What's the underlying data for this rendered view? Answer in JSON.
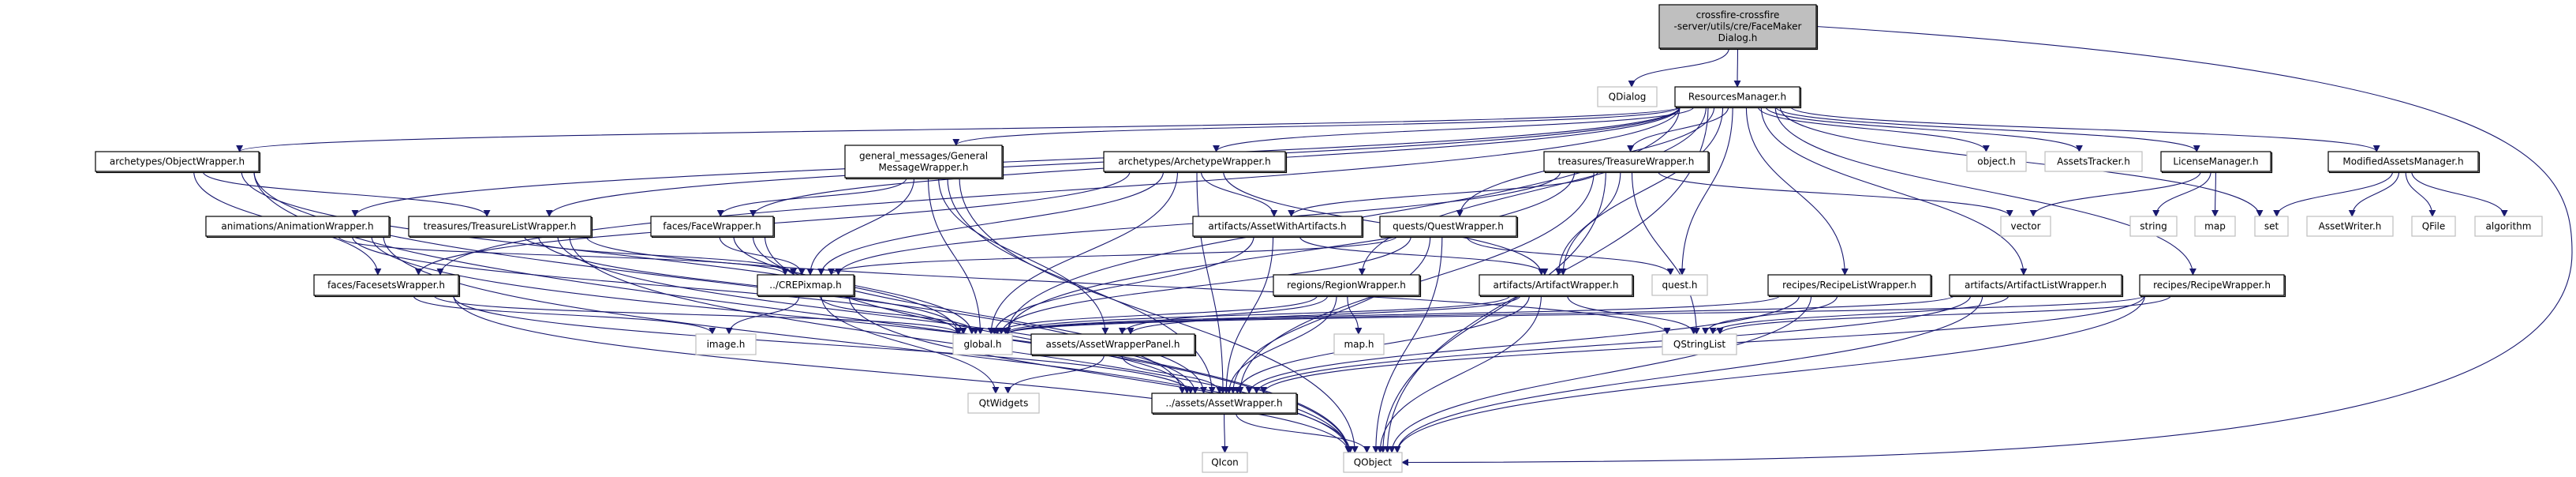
{
  "colors": {
    "edge": "#191970",
    "root_fill": "#bfbfbf",
    "documented_border": "#000000",
    "external_border": "#bfbfbf"
  },
  "nodes": [
    {
      "id": "root",
      "lines": [
        "crossfire-crossfire",
        "-server/utils/cre/FaceMaker",
        "Dialog.h"
      ],
      "kind": "root"
    },
    {
      "id": "qdialog",
      "lines": [
        "QDialog"
      ],
      "kind": "ext"
    },
    {
      "id": "rm",
      "lines": [
        "ResourcesManager.h"
      ],
      "kind": "doc"
    },
    {
      "id": "objw",
      "lines": [
        "archetypes/ObjectWrapper.h"
      ],
      "kind": "doc"
    },
    {
      "id": "gmw",
      "lines": [
        "general_messages/General",
        "MessageWrapper.h"
      ],
      "kind": "doc"
    },
    {
      "id": "archw",
      "lines": [
        "archetypes/ArchetypeWrapper.h"
      ],
      "kind": "doc"
    },
    {
      "id": "treasw",
      "lines": [
        "treasures/TreasureWrapper.h"
      ],
      "kind": "doc"
    },
    {
      "id": "objecth",
      "lines": [
        "object.h"
      ],
      "kind": "ext"
    },
    {
      "id": "atrack",
      "lines": [
        "AssetsTracker.h"
      ],
      "kind": "ext"
    },
    {
      "id": "licm",
      "lines": [
        "LicenseManager.h"
      ],
      "kind": "doc"
    },
    {
      "id": "modam",
      "lines": [
        "ModifiedAssetsManager.h"
      ],
      "kind": "doc"
    },
    {
      "id": "animw",
      "lines": [
        "animations/AnimationWrapper.h"
      ],
      "kind": "doc"
    },
    {
      "id": "tlistw",
      "lines": [
        "treasures/TreasureListWrapper.h"
      ],
      "kind": "doc"
    },
    {
      "id": "facew",
      "lines": [
        "faces/FaceWrapper.h"
      ],
      "kind": "doc"
    },
    {
      "id": "awa",
      "lines": [
        "artifacts/AssetWithArtifacts.h"
      ],
      "kind": "doc"
    },
    {
      "id": "questw",
      "lines": [
        "quests/QuestWrapper.h"
      ],
      "kind": "doc"
    },
    {
      "id": "vector",
      "lines": [
        "vector"
      ],
      "kind": "ext"
    },
    {
      "id": "string",
      "lines": [
        "string"
      ],
      "kind": "ext"
    },
    {
      "id": "map",
      "lines": [
        "map"
      ],
      "kind": "ext"
    },
    {
      "id": "set",
      "lines": [
        "set"
      ],
      "kind": "ext"
    },
    {
      "id": "awriter",
      "lines": [
        "AssetWriter.h"
      ],
      "kind": "ext"
    },
    {
      "id": "qfile",
      "lines": [
        "QFile"
      ],
      "kind": "ext"
    },
    {
      "id": "algorithm",
      "lines": [
        "algorithm"
      ],
      "kind": "ext"
    },
    {
      "id": "facesetsw",
      "lines": [
        "faces/FacesetsWrapper.h"
      ],
      "kind": "doc"
    },
    {
      "id": "crepix",
      "lines": [
        "../CREPixmap.h"
      ],
      "kind": "doc"
    },
    {
      "id": "regionw",
      "lines": [
        "regions/RegionWrapper.h"
      ],
      "kind": "doc"
    },
    {
      "id": "artw",
      "lines": [
        "artifacts/ArtifactWrapper.h"
      ],
      "kind": "doc"
    },
    {
      "id": "questh",
      "lines": [
        "quest.h"
      ],
      "kind": "ext"
    },
    {
      "id": "rlistw",
      "lines": [
        "recipes/RecipeListWrapper.h"
      ],
      "kind": "doc"
    },
    {
      "id": "alistw",
      "lines": [
        "artifacts/ArtifactListWrapper.h"
      ],
      "kind": "doc"
    },
    {
      "id": "recipew",
      "lines": [
        "recipes/RecipeWrapper.h"
      ],
      "kind": "doc"
    },
    {
      "id": "imageh",
      "lines": [
        "image.h"
      ],
      "kind": "ext"
    },
    {
      "id": "global",
      "lines": [
        "global.h"
      ],
      "kind": "ext"
    },
    {
      "id": "awpanel",
      "lines": [
        "assets/AssetWrapperPanel.h"
      ],
      "kind": "doc"
    },
    {
      "id": "maph",
      "lines": [
        "map.h"
      ],
      "kind": "ext"
    },
    {
      "id": "qsl",
      "lines": [
        "QStringList"
      ],
      "kind": "ext"
    },
    {
      "id": "qtw",
      "lines": [
        "QtWidgets"
      ],
      "kind": "ext"
    },
    {
      "id": "aw",
      "lines": [
        "../assets/AssetWrapper.h"
      ],
      "kind": "doc"
    },
    {
      "id": "qicon",
      "lines": [
        "QIcon"
      ],
      "kind": "ext"
    },
    {
      "id": "qobject",
      "lines": [
        "QObject"
      ],
      "kind": "ext"
    }
  ],
  "edges": [
    [
      "root",
      "qdialog"
    ],
    [
      "root",
      "rm"
    ],
    [
      "root",
      "qobject"
    ],
    [
      "rm",
      "objw"
    ],
    [
      "rm",
      "gmw"
    ],
    [
      "rm",
      "archw"
    ],
    [
      "rm",
      "treasw"
    ],
    [
      "rm",
      "objecth"
    ],
    [
      "rm",
      "atrack"
    ],
    [
      "rm",
      "licm"
    ],
    [
      "rm",
      "modam"
    ],
    [
      "rm",
      "animw"
    ],
    [
      "rm",
      "tlistw"
    ],
    [
      "rm",
      "facew"
    ],
    [
      "rm",
      "questw"
    ],
    [
      "rm",
      "facesetsw"
    ],
    [
      "rm",
      "regionw"
    ],
    [
      "rm",
      "artw"
    ],
    [
      "rm",
      "questh"
    ],
    [
      "rm",
      "rlistw"
    ],
    [
      "rm",
      "alistw"
    ],
    [
      "rm",
      "recipew"
    ],
    [
      "rm",
      "global"
    ],
    [
      "rm",
      "set"
    ],
    [
      "rm",
      "qobject"
    ],
    [
      "licm",
      "vector"
    ],
    [
      "licm",
      "string"
    ],
    [
      "licm",
      "map"
    ],
    [
      "modam",
      "set"
    ],
    [
      "modam",
      "awriter"
    ],
    [
      "modam",
      "qfile"
    ],
    [
      "modam",
      "algorithm"
    ],
    [
      "objw",
      "tlistw"
    ],
    [
      "objw",
      "global"
    ],
    [
      "objw",
      "aw"
    ],
    [
      "objw",
      "qobject"
    ],
    [
      "objw",
      "facesetsw"
    ],
    [
      "gmw",
      "facew"
    ],
    [
      "gmw",
      "crepix"
    ],
    [
      "gmw",
      "global"
    ],
    [
      "gmw",
      "aw"
    ],
    [
      "gmw",
      "qobject"
    ],
    [
      "gmw",
      "awpanel"
    ],
    [
      "archw",
      "awa"
    ],
    [
      "archw",
      "crepix"
    ],
    [
      "archw",
      "global"
    ],
    [
      "archw",
      "artw"
    ],
    [
      "archw",
      "aw"
    ],
    [
      "archw",
      "facesetsw"
    ],
    [
      "treasw",
      "vector"
    ],
    [
      "treasw",
      "crepix"
    ],
    [
      "treasw",
      "global"
    ],
    [
      "treasw",
      "awa"
    ],
    [
      "treasw",
      "artw"
    ],
    [
      "treasw",
      "qsl"
    ],
    [
      "treasw",
      "qobject"
    ],
    [
      "treasw",
      "aw"
    ],
    [
      "animw",
      "crepix"
    ],
    [
      "animw",
      "global"
    ],
    [
      "animw",
      "aw"
    ],
    [
      "animw",
      "qobject"
    ],
    [
      "tlistw",
      "crepix"
    ],
    [
      "tlistw",
      "global"
    ],
    [
      "tlistw",
      "aw"
    ],
    [
      "tlistw",
      "qobject"
    ],
    [
      "tlistw",
      "qsl"
    ],
    [
      "facew",
      "crepix"
    ],
    [
      "facew",
      "global"
    ],
    [
      "facew",
      "aw"
    ],
    [
      "facew",
      "qobject"
    ],
    [
      "awa",
      "artw"
    ],
    [
      "awa",
      "aw"
    ],
    [
      "awa",
      "global"
    ],
    [
      "questw",
      "crepix"
    ],
    [
      "questw",
      "questh"
    ],
    [
      "questw",
      "global"
    ],
    [
      "questw",
      "aw"
    ],
    [
      "questw",
      "qobject"
    ],
    [
      "facesetsw",
      "imageh"
    ],
    [
      "facesetsw",
      "global"
    ],
    [
      "facesetsw",
      "aw"
    ],
    [
      "facesetsw",
      "qobject"
    ],
    [
      "crepix",
      "imageh"
    ],
    [
      "crepix",
      "global"
    ],
    [
      "crepix",
      "qtw"
    ],
    [
      "crepix",
      "qobject"
    ],
    [
      "regionw",
      "global"
    ],
    [
      "regionw",
      "awpanel"
    ],
    [
      "regionw",
      "maph"
    ],
    [
      "regionw",
      "aw"
    ],
    [
      "artw",
      "global"
    ],
    [
      "artw",
      "awpanel"
    ],
    [
      "artw",
      "qsl"
    ],
    [
      "artw",
      "aw"
    ],
    [
      "artw",
      "qobject"
    ],
    [
      "rlistw",
      "qsl"
    ],
    [
      "rlistw",
      "global"
    ],
    [
      "rlistw",
      "aw"
    ],
    [
      "rlistw",
      "qobject"
    ],
    [
      "alistw",
      "qsl"
    ],
    [
      "alistw",
      "global"
    ],
    [
      "alistw",
      "aw"
    ],
    [
      "alistw",
      "qobject"
    ],
    [
      "recipew",
      "qsl"
    ],
    [
      "recipew",
      "global"
    ],
    [
      "recipew",
      "aw"
    ],
    [
      "recipew",
      "qobject"
    ],
    [
      "awpanel",
      "qtw"
    ],
    [
      "awpanel",
      "aw"
    ],
    [
      "aw",
      "qicon"
    ],
    [
      "aw",
      "qobject"
    ]
  ]
}
